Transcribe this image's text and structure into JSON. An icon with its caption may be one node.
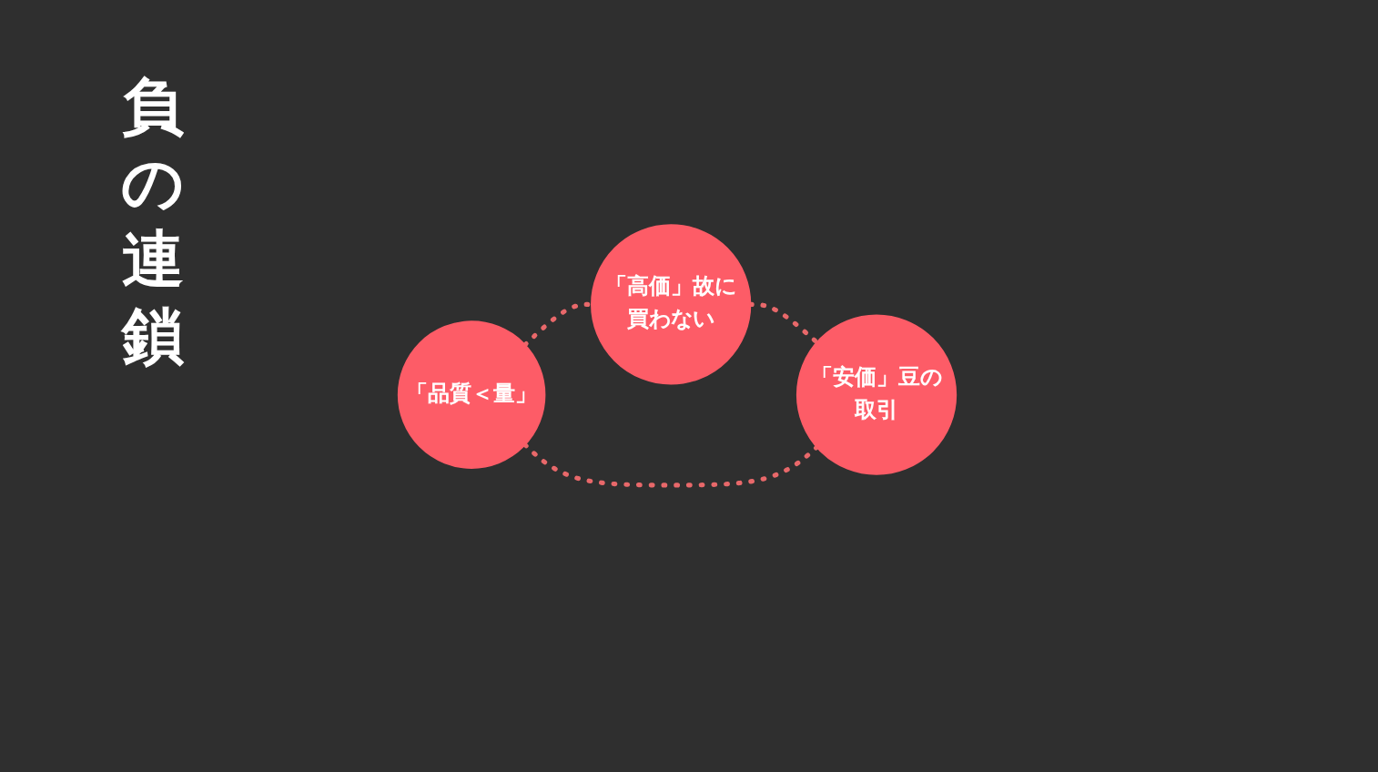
{
  "diagram": {
    "title": "負の連鎖",
    "nodes": [
      {
        "text": [
          "「高価」故に買わない"
        ]
      },
      {
        "text": [
          "「安価」豆の取引"
        ]
      },
      {
        "text": [
          "「品質＜量」"
        ]
      }
    ],
    "edges": [
      {
        "from": 0,
        "to": 1,
        "arrow": "none",
        "style": "dashed"
      },
      {
        "from": 2,
        "to": 1,
        "arrow": "none",
        "style": "dashed"
      },
      {
        "from": 2,
        "to": 0,
        "arrow": "none",
        "style": "dashed"
      }
    ]
  }
}
